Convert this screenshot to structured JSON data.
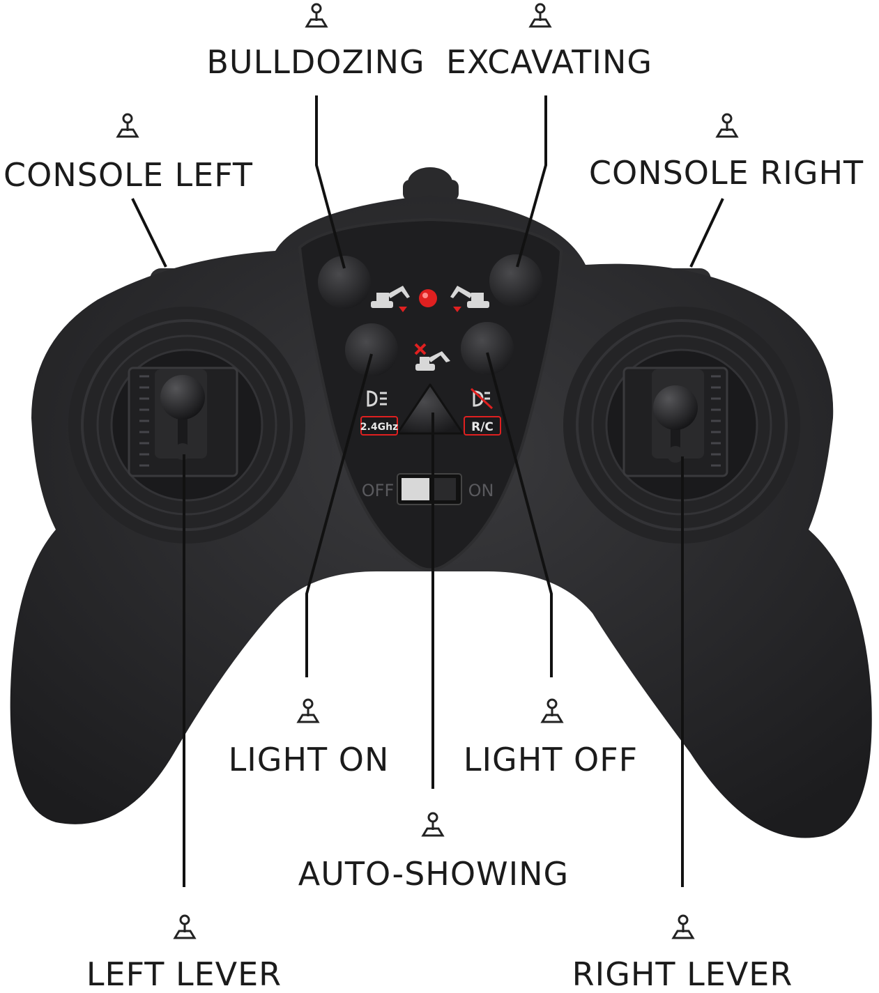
{
  "labels": {
    "bulldozing": "BULLDOZING",
    "excavating": "EXCAVATING",
    "console_left": "CONSOLE LEFT",
    "console_right": "CONSOLE RIGHT",
    "light_on": "LIGHT ON",
    "light_off": "LIGHT OFF",
    "auto_showing": "AUTO-SHOWING",
    "left_lever": "LEFT LEVER",
    "right_lever": "RIGHT LEVER"
  },
  "controller": {
    "freq_badge": "2.4Ghz",
    "rc_badge": "R/C",
    "switch_off": "OFF",
    "switch_on": "ON"
  },
  "icons": {
    "label_marker": "joystick-icon"
  },
  "colors": {
    "controller_body": "#2b2b2d",
    "panel": "#1f1f21",
    "led": "#e02020",
    "text": "#1b1b1b",
    "leader_line": "#111111"
  }
}
